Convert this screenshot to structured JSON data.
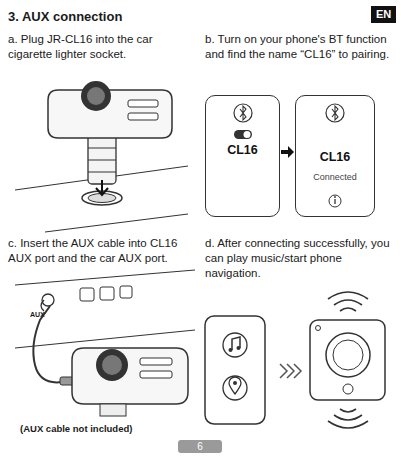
{
  "diagram": {
    "title": "3. AUX connection",
    "nodes": [
      {
        "text": [
          "CL16"
        ]
      },
      {
        "text": [
          "CL16",
          "Connected"
        ]
      }
    ],
    "edges": [
      {
        "from": 0,
        "to": 1,
        "arrow": "to"
      }
    ],
    "labels": [
      "EN",
      "a. Plug JR-CL16 into the car cigarette lighter socket.",
      "b. Turn on your phone's BT function and find the name “CL16” to pairing.",
      "c. Insert the AUX cable into CL16 AUX port and the car AUX port.",
      "d. After connecting successfully, you can play music/start phone navigation.",
      "AUX",
      "(AUX cable not included)",
      "6"
    ]
  }
}
